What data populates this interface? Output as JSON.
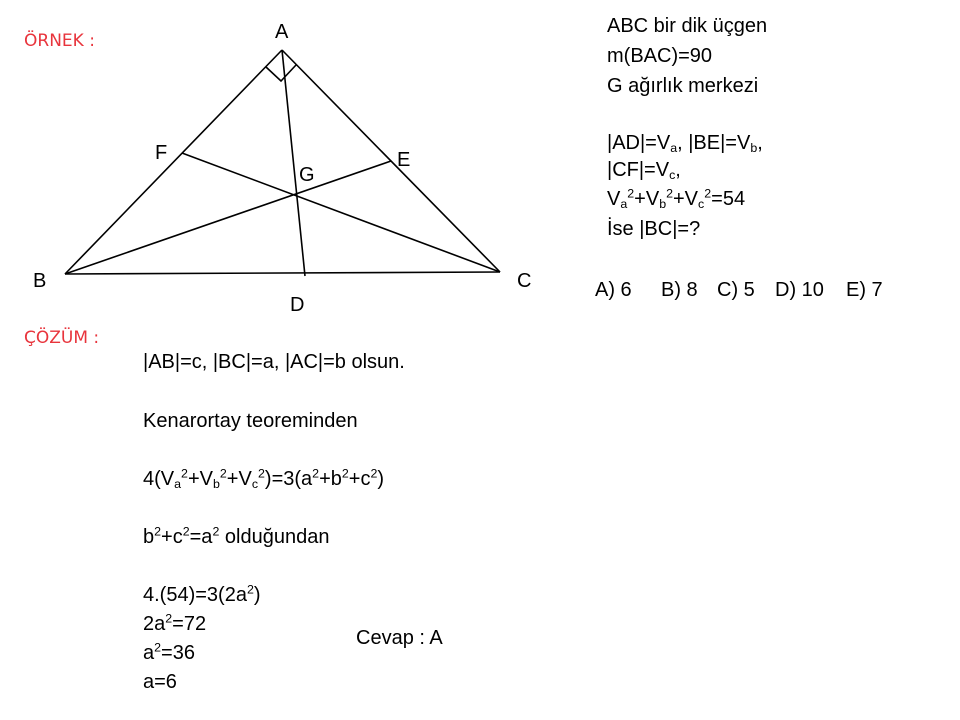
{
  "headers": {
    "example": "ÖRNEK :",
    "solution": "ÇÖZÜM :"
  },
  "figure": {
    "points": {
      "A": "A",
      "B": "B",
      "C": "C",
      "D": "D",
      "E": "E",
      "F": "F",
      "G": "G"
    },
    "line_color": "#000000"
  },
  "problem": {
    "line1": "ABC bir dik üçgen",
    "line2": "m(BAC)=90",
    "line3": "G ağırlık merkezi",
    "line4": {
      "p1": "|AD|=V",
      "s1": "a",
      "p2": ", |BE|=V",
      "s2": "b",
      "p3": ","
    },
    "line5": {
      "p1": "|CF|=V",
      "s1": "c",
      "p2": ","
    },
    "line6": {
      "v": "V",
      "sa": "a",
      "e1": "2",
      "m1": "+V",
      "sb": "b",
      "e2": "2",
      "m2": "+V",
      "sc": "c",
      "e3": "2",
      "end": "=54"
    },
    "line7": "İse |BC|=?"
  },
  "choices": {
    "A": "A) 6",
    "B": "B) 8",
    "C": "C) 5",
    "D": "D) 10",
    "E": "E) 7"
  },
  "solution": {
    "line1": "|AB|=c, |BC|=a, |AC|=b olsun.",
    "line2": "Kenarortay teoreminden",
    "line3": {
      "t1": "4(V",
      "sa": "a",
      "e1": "2",
      "t2": "+V",
      "sb": "b",
      "e2": "2",
      "t3": "+V",
      "sc": "c",
      "e3": "2",
      "t4": ")=3(a",
      "e4": "2",
      "t5": "+b",
      "e5": "2",
      "t6": "+c",
      "e6": "2",
      "t7": ")"
    },
    "line4": {
      "t1": "b",
      "e1": "2",
      "t2": "+c",
      "e2": "2",
      "t3": "=a",
      "e3": "2",
      "t4": " olduğundan"
    },
    "line5": {
      "t1": "4.(54)=3(2a",
      "e1": "2",
      "t2": ")"
    },
    "line6": {
      "t1": "2a",
      "e1": "2",
      "t2": "=72"
    },
    "line7": {
      "t1": "a",
      "e1": "2",
      "t2": "=36"
    },
    "line8": "a=6"
  },
  "answer": "Cevap : A"
}
